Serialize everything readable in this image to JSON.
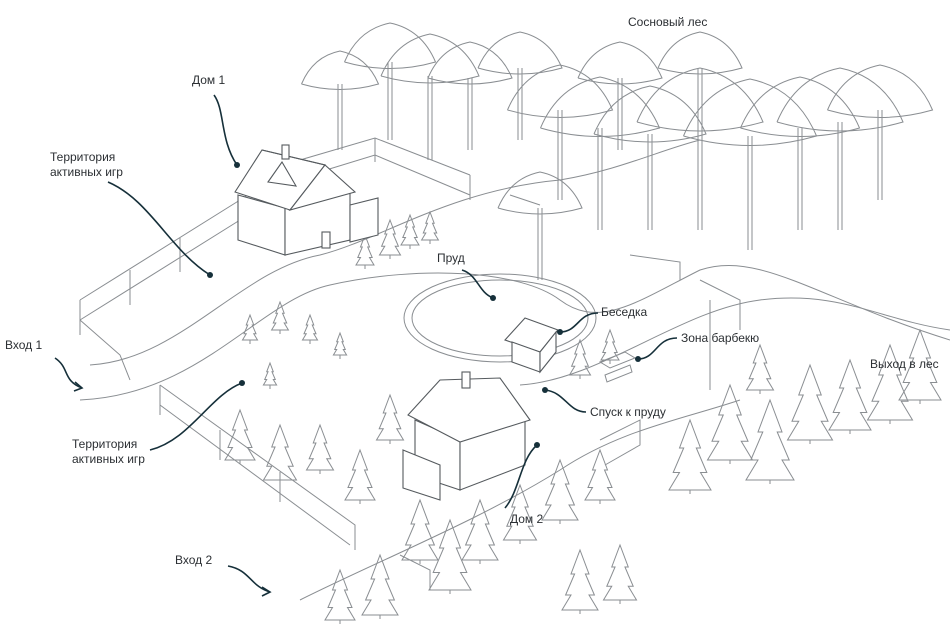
{
  "map": {
    "labels": {
      "pine_forest": "Сосновый лес",
      "house1": "Дом 1",
      "play_area_1_line1": "Территория",
      "play_area_1_line2": "активных игр",
      "pond": "Пруд",
      "gazebo": "Беседка",
      "bbq_zone": "Зона барбекю",
      "forest_exit": "Выход в лес",
      "entrance1": "Вход 1",
      "descent_to_pond": "Спуск к пруду",
      "play_area_2_line1": "Территория",
      "play_area_2_line2": "активных игр",
      "house2": "Дом 2",
      "entrance2": "Вход 2"
    },
    "colors": {
      "leader": "#16303a",
      "sketch": "#8a8e92",
      "text": "#2b2f33"
    }
  }
}
